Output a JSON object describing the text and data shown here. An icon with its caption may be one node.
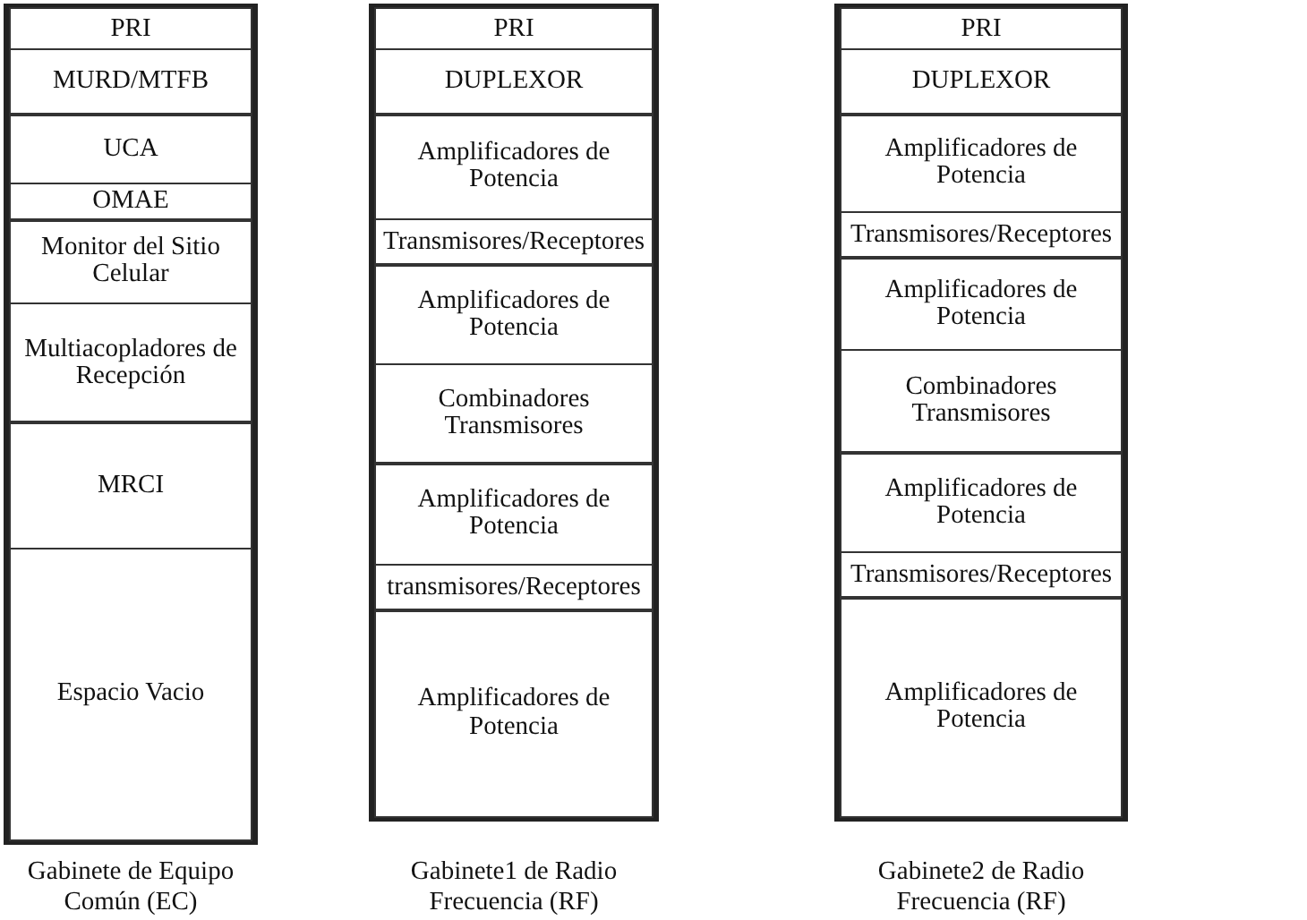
{
  "diagram": {
    "nodes": [
      {
        "text": [
          "Gabinete de Equipo Común (EC)"
        ]
      },
      {
        "text": [
          "PRI"
        ],
        "in": 0
      },
      {
        "text": [
          "MURD/MTFB"
        ],
        "in": 0
      },
      {
        "text": [
          "UCA"
        ],
        "in": 0
      },
      {
        "text": [
          "OMAE"
        ],
        "in": 0
      },
      {
        "text": [
          "Monitor del Sitio Celular"
        ],
        "in": 0
      },
      {
        "text": [
          "Multiacopladores de Recepción"
        ],
        "in": 0
      },
      {
        "text": [
          "MRCI"
        ],
        "in": 0
      },
      {
        "text": [
          "Espacio Vacio"
        ],
        "in": 0
      },
      {
        "text": [
          "Gabinete1 de Radio Frecuencia (RF)"
        ]
      },
      {
        "text": [
          "PRI"
        ],
        "in": 9
      },
      {
        "text": [
          "DUPLEXOR"
        ],
        "in": 9
      },
      {
        "text": [
          "Amplificadores de Potencia"
        ],
        "in": 9
      },
      {
        "text": [
          "Transmisores/Receptores"
        ],
        "in": 9
      },
      {
        "text": [
          "Amplificadores de Potencia"
        ],
        "in": 9
      },
      {
        "text": [
          "Combinadores Transmisores"
        ],
        "in": 9
      },
      {
        "text": [
          "Amplificadores de Potencia"
        ],
        "in": 9
      },
      {
        "text": [
          "transmisores/Receptores"
        ],
        "in": 9
      },
      {
        "text": [
          "Amplificadores de Potencia"
        ],
        "in": 9
      },
      {
        "text": [
          "Gabinete2 de Radio Frecuencia (RF)"
        ]
      },
      {
        "text": [
          "PRI"
        ],
        "in": 19
      },
      {
        "text": [
          "DUPLEXOR"
        ],
        "in": 19
      },
      {
        "text": [
          "Amplificadores de Potencia"
        ],
        "in": 19
      },
      {
        "text": [
          "Transmisores/Receptores"
        ],
        "in": 19
      },
      {
        "text": [
          "Amplificadores de Potencia"
        ],
        "in": 19
      },
      {
        "text": [
          "Combinadores Transmisores"
        ],
        "in": 19
      },
      {
        "text": [
          "Amplificadores de Potencia"
        ],
        "in": 19
      },
      {
        "text": [
          "Transmisores/Receptores"
        ],
        "in": 19
      },
      {
        "text": [
          "Amplificadores de Potencia"
        ],
        "in": 19
      }
    ]
  }
}
